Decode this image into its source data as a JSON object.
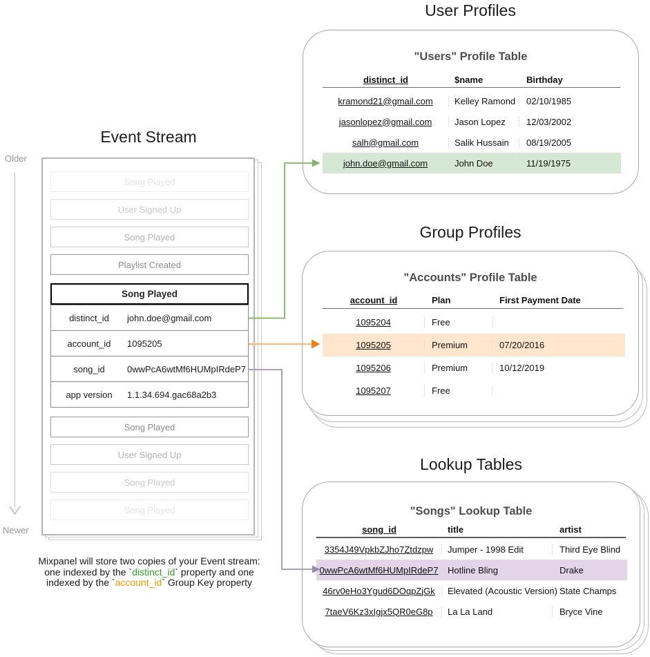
{
  "titles": {
    "event_stream": "Event Stream",
    "user_profiles": "User Profiles",
    "group_profiles": "Group Profiles",
    "lookup_tables": "Lookup Tables"
  },
  "timeline": {
    "older": "Older",
    "newer": "Newer"
  },
  "event_stream": {
    "events_before": [
      "Song Played",
      "User Signed Up",
      "Song Played",
      "Playlist Created"
    ],
    "expanded_event": {
      "title": "Song Played",
      "properties": [
        {
          "key": "distinct_id",
          "value": "john.doe@gmail.com",
          "highlight": "green"
        },
        {
          "key": "account_id",
          "value": "1095205",
          "highlight": "orange"
        },
        {
          "key": "song_id",
          "value": "0wwPcA6wtMf6HUMpIRdeP7",
          "highlight": "purple"
        },
        {
          "key": "app version",
          "value": "1.1.34.694.gac68a2b3",
          "highlight": "none"
        }
      ]
    },
    "events_after": [
      "Song Played",
      "User Signed Up",
      "Song Played",
      "Song Played"
    ]
  },
  "users_table": {
    "title": "\"Users\" Profile Table",
    "columns": [
      "distinct_id",
      "$name",
      "Birthday"
    ],
    "rows": [
      [
        "kramond21@gmail.com",
        "Kelley Ramond",
        "02/10/1985"
      ],
      [
        "jasonlopez@gmail.com",
        "Jason Lopez",
        "12/03/2002"
      ],
      [
        "salh@gmail.com",
        "Salik Hussain",
        "08/19/2005"
      ],
      [
        "john.doe@gmail.com",
        "John Doe",
        "11/19/1975"
      ]
    ],
    "highlighted_row_value": "john.doe@gmail.com"
  },
  "accounts_table": {
    "title": "\"Accounts\" Profile Table",
    "columns": [
      "account_id",
      "Plan",
      "First Payment Date"
    ],
    "rows": [
      [
        "1095204",
        "Free",
        ""
      ],
      [
        "1095205",
        "Premium",
        "07/20/2016"
      ],
      [
        "1095206",
        "Premium",
        "10/12/2019"
      ],
      [
        "1095207",
        "Free",
        ""
      ]
    ],
    "highlighted_row_value": "1095205"
  },
  "songs_table": {
    "title": "\"Songs\" Lookup Table",
    "columns": [
      "song_id",
      "title",
      "artist"
    ],
    "rows": [
      [
        "3354J49VpkbZJho7Ztdzpw",
        "Jumper - 1998 Edit",
        "Third Eye Blind"
      ],
      [
        "0wwPcA6wtMf6HUMpIRdeP7",
        "Hotline Bling",
        "Drake"
      ],
      [
        "46rv0eHo3Ygud6DOqpZjGk",
        "Elevated (Acoustic Version)",
        "State Champs"
      ],
      [
        "7taeV6Kz3xIgjx5QR0eG8p",
        "La La Land",
        "Bryce Vine"
      ]
    ],
    "highlighted_row_value": "0wwPcA6wtMf6HUMpIRdeP7"
  },
  "caption": {
    "line1": "Mixpanel will store two copies of your Event stream:",
    "line2_before": "one indexed by the `",
    "line2_term": "distinct_id",
    "line2_after": "` property and one",
    "line3_before": "indexed by the `",
    "line3_term": "account_id",
    "line3_after": "` Group Key property"
  },
  "colors": {
    "highlight_green": "#d5e8d4",
    "highlight_orange": "#ffe6cc",
    "highlight_purple": "#e1d5e7",
    "arrow_green": "#82b366",
    "arrow_orange_line": "#f0bd7e",
    "arrow_orange_head": "#f08016",
    "arrow_purple": "#a293b5",
    "caption_term_green": "#33a02c",
    "caption_term_orange": "#ff9900"
  }
}
